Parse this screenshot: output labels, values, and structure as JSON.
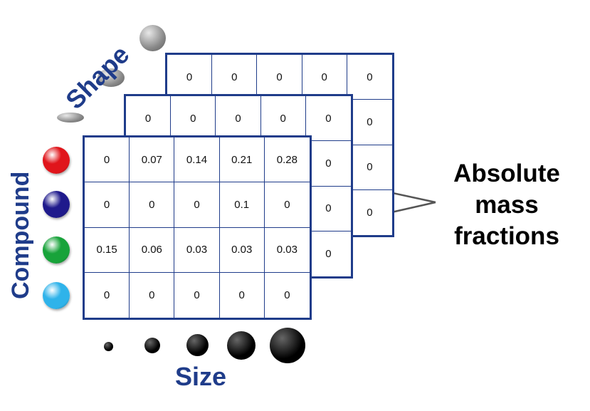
{
  "axes": {
    "shape": "Shape",
    "compound": "Compound",
    "size": "Size"
  },
  "annotation": [
    "Absolute",
    "mass",
    "fractions"
  ],
  "front_grid": [
    [
      "0",
      "0.07",
      "0.14",
      "0.21",
      "0.28"
    ],
    [
      "0",
      "0",
      "0",
      "0.1",
      "0"
    ],
    [
      "0.15",
      "0.06",
      "0.03",
      "0.03",
      "0.03"
    ],
    [
      "0",
      "0",
      "0",
      "0",
      "0"
    ]
  ],
  "mid_grid": [
    [
      "0",
      "0",
      "0",
      "0",
      "0"
    ],
    [
      "",
      "",
      "",
      "",
      "0"
    ],
    [
      "",
      "",
      "",
      "",
      "0"
    ],
    [
      "",
      "",
      "",
      "",
      "0"
    ]
  ],
  "back_grid": [
    [
      "0",
      "0",
      "0",
      "0",
      "0"
    ],
    [
      "",
      "",
      "",
      "",
      "0"
    ],
    [
      "",
      "",
      "",
      "",
      "0"
    ],
    [
      "",
      "",
      "",
      "",
      "0"
    ]
  ],
  "compound_colors": [
    "#e0151b",
    "#1f1a8c",
    "#18a33a",
    "#2fb3ea"
  ],
  "grid_color": "#1f3c8a"
}
